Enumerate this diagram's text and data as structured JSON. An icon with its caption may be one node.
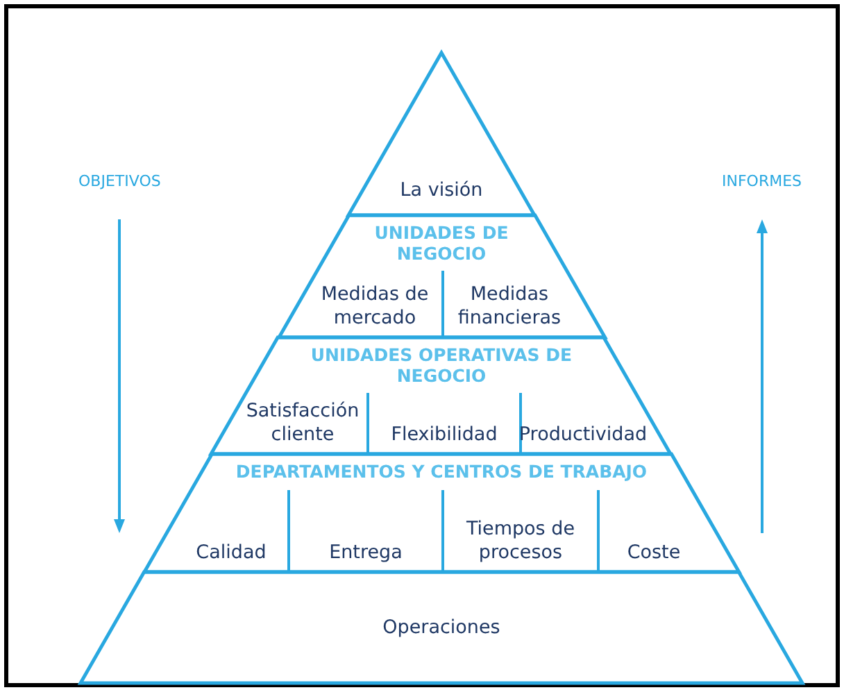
{
  "diagram": {
    "nodes": [
      {
        "text": [
          "La visión"
        ]
      },
      {
        "text": [
          "UNIDADES DE NEGOCIO"
        ]
      },
      {
        "text": [
          "Medidas de mercado"
        ],
        "in": 1
      },
      {
        "text": [
          "Medidas financieras"
        ],
        "in": 1
      },
      {
        "text": [
          "UNIDADES OPERATIVAS DE NEGOCIO"
        ]
      },
      {
        "text": [
          "Satisfacción cliente"
        ],
        "in": 4
      },
      {
        "text": [
          "Flexibilidad"
        ],
        "in": 4
      },
      {
        "text": [
          "Productividad"
        ],
        "in": 4
      },
      {
        "text": [
          "DEPARTAMENTOS Y CENTROS DE TRABAJO"
        ]
      },
      {
        "text": [
          "Calidad"
        ],
        "in": 8
      },
      {
        "text": [
          "Entrega"
        ],
        "in": 8
      },
      {
        "text": [
          "Tiempos de procesos"
        ],
        "in": 8
      },
      {
        "text": [
          "Coste"
        ],
        "in": 8
      },
      {
        "text": [
          "Operaciones"
        ]
      }
    ],
    "labels": [
      "OBJETIVOS",
      "INFORMES"
    ]
  }
}
